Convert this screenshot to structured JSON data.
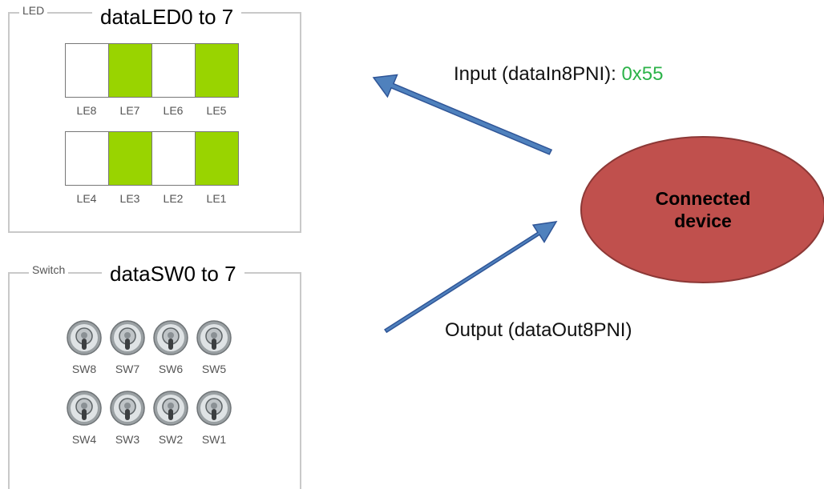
{
  "led_panel": {
    "legend": "LED",
    "title": "dataLED0 to 7",
    "rows": [
      {
        "leds": [
          {
            "label": "LE8",
            "on": false
          },
          {
            "label": "LE7",
            "on": true
          },
          {
            "label": "LE6",
            "on": false
          },
          {
            "label": "LE5",
            "on": true
          }
        ]
      },
      {
        "leds": [
          {
            "label": "LE4",
            "on": false
          },
          {
            "label": "LE3",
            "on": true
          },
          {
            "label": "LE2",
            "on": false
          },
          {
            "label": "LE1",
            "on": true
          }
        ]
      }
    ],
    "on_color": "#99d400",
    "off_color": "#ffffff"
  },
  "switch_panel": {
    "legend": "Switch",
    "title": "dataSW0 to 7",
    "rows": [
      {
        "switches": [
          {
            "label": "SW8"
          },
          {
            "label": "SW7"
          },
          {
            "label": "SW6"
          },
          {
            "label": "SW5"
          }
        ]
      },
      {
        "switches": [
          {
            "label": "SW4"
          },
          {
            "label": "SW3"
          },
          {
            "label": "SW2"
          },
          {
            "label": "SW1"
          }
        ]
      }
    ]
  },
  "input_arrow": {
    "label": "Input (dataIn8PNI): ",
    "value": "0x55",
    "value_color": "#2db34a"
  },
  "output_arrow": {
    "label": "Output (dataOut8PNI)"
  },
  "device": {
    "label_line1": "Connected",
    "label_line2": "device",
    "fill_color": "#c0504d",
    "stroke_color": "#8c3836"
  },
  "arrow_color": "#4f81bd"
}
